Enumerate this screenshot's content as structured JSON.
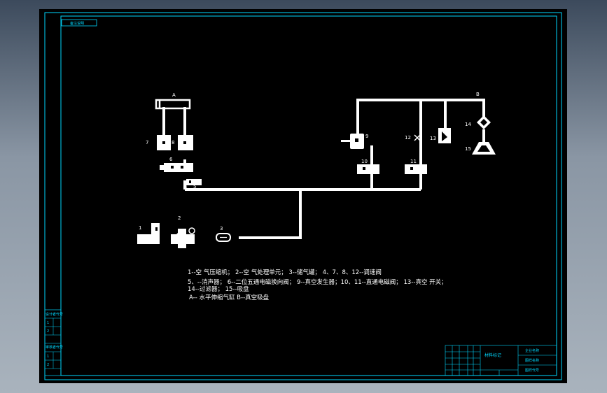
{
  "sheet": {
    "title_tab": "备注说明"
  },
  "labels": {
    "A": "A",
    "B": "B",
    "n1": "1",
    "n2": "2",
    "n3": "3",
    "n4": "4",
    "n5": "5",
    "n6": "6",
    "n7": "7",
    "n8": "8",
    "n9": "9",
    "n10": "10",
    "n11": "11",
    "n12": "12",
    "n13": "13",
    "n14": "14",
    "n15": "15"
  },
  "legend": {
    "line1": "1--空 气压缩机；          2--空 气处理单元；         3--储气罐；        4、7、8、12--调速阀",
    "line2": "5、--消声器；    6--二位五通电磁换向阀；     9--真空发生器；10、11--直通电磁阀；   13--真空 开关；",
    "line3": "14--过滤器；        15--吸盘",
    "line4": "A-- 水平伸缩气缸      B--真空吸盘"
  },
  "left_table": {
    "rows": [
      "设计者代号",
      "1",
      "2",
      "审核者代号",
      "1",
      "2"
    ]
  },
  "title_block": {
    "material_mark": "材料标记",
    "cell_a": "企业名称",
    "cell_b": "图样名称",
    "cell_c": "图样代号"
  },
  "colors": {
    "frame": "#00d8ff",
    "diagram": "#ffffff",
    "background": "#000000"
  }
}
